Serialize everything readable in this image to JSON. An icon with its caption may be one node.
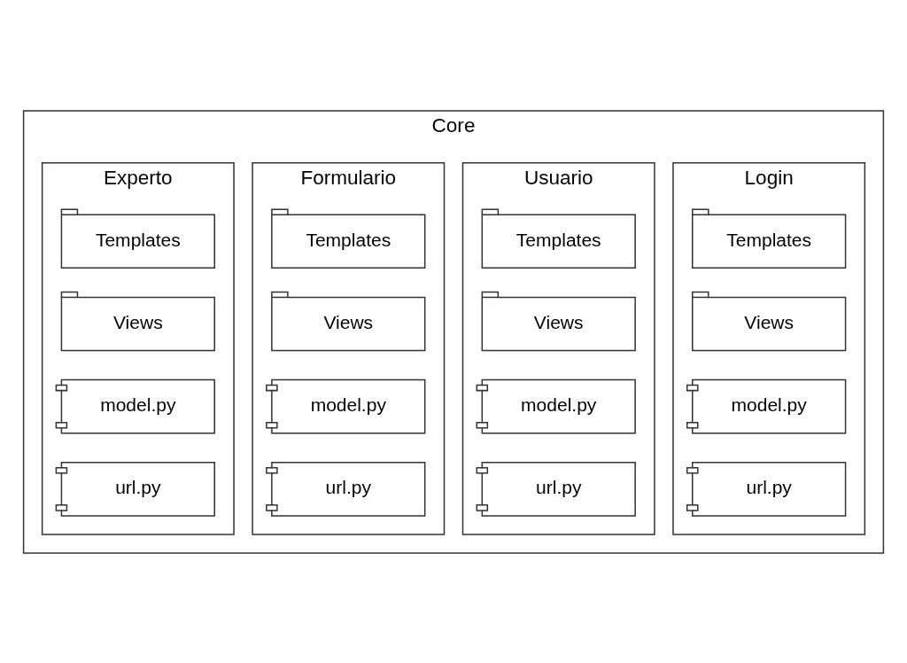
{
  "diagram": {
    "nodes": [
      {
        "text": [
          "Core"
        ]
      },
      {
        "text": [
          "Experto"
        ],
        "in": 0
      },
      {
        "text": [
          "Templates"
        ],
        "in": 1
      },
      {
        "text": [
          "Views"
        ],
        "in": 1
      },
      {
        "text": [
          "model.py"
        ],
        "in": 1
      },
      {
        "text": [
          "url.py"
        ],
        "in": 1
      },
      {
        "text": [
          "Formulario"
        ],
        "in": 0
      },
      {
        "text": [
          "Templates"
        ],
        "in": 6
      },
      {
        "text": [
          "Views"
        ],
        "in": 6
      },
      {
        "text": [
          "model.py"
        ],
        "in": 6
      },
      {
        "text": [
          "url.py"
        ],
        "in": 6
      },
      {
        "text": [
          "Usuario"
        ],
        "in": 0
      },
      {
        "text": [
          "Templates"
        ],
        "in": 11
      },
      {
        "text": [
          "Views"
        ],
        "in": 11
      },
      {
        "text": [
          "model.py"
        ],
        "in": 11
      },
      {
        "text": [
          "url.py"
        ],
        "in": 11
      },
      {
        "text": [
          "Login"
        ],
        "in": 0
      },
      {
        "text": [
          "Templates"
        ],
        "in": 16
      },
      {
        "text": [
          "Views"
        ],
        "in": 16
      },
      {
        "text": [
          "model.py"
        ],
        "in": 16
      },
      {
        "text": [
          "url.py"
        ],
        "in": 16
      }
    ],
    "edges": []
  }
}
